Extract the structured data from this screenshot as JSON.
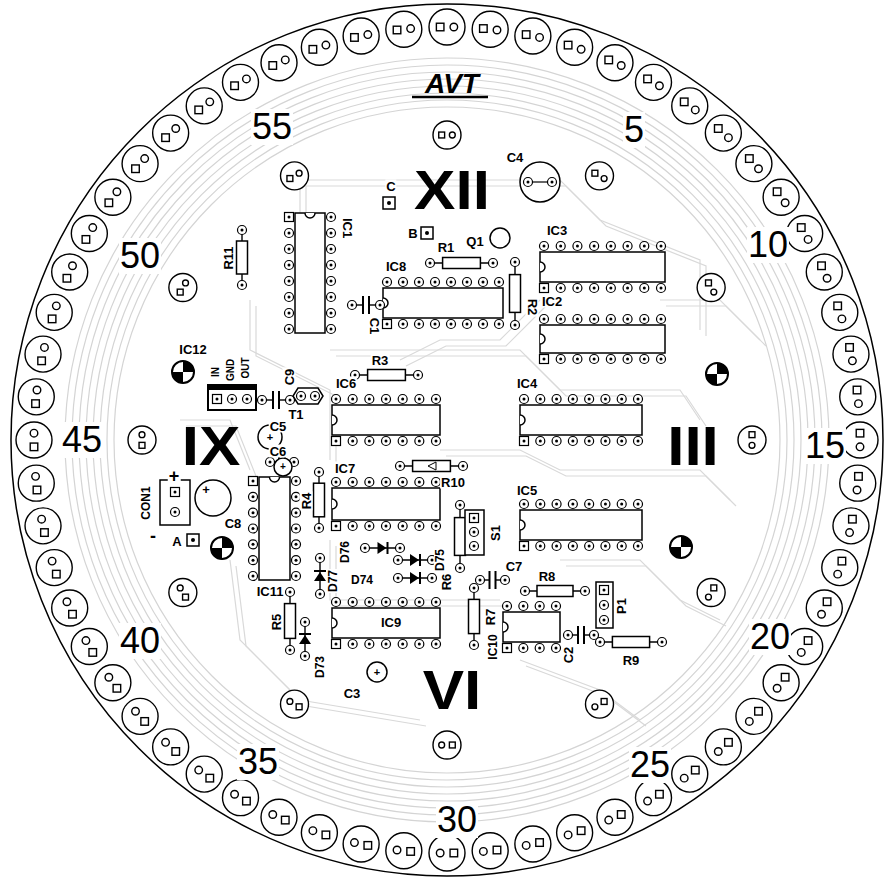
{
  "diagram": {
    "labels": [
      "AVT",
      "55",
      "5",
      "XII",
      "C4",
      "C",
      "IC1",
      "B",
      "R1",
      "Q1",
      "IC3",
      "10",
      "50",
      "R11",
      "IC8",
      "R2",
      "IC2",
      "C1",
      "IC12",
      "IN",
      "GND",
      "OUT",
      "C9",
      "R3",
      "IC6",
      "IC4",
      "T1",
      "C5",
      "45",
      "IX",
      "C6",
      "III",
      "15",
      "IC7",
      "R10",
      "IC5",
      "CON1",
      "+",
      "-",
      "+",
      "C8",
      "A",
      "R4",
      "D76",
      "D75",
      "S1",
      "D74",
      "D77",
      "R6",
      "C7",
      "R8",
      "P1",
      "IC11",
      "40",
      "20",
      "R5",
      "IC9",
      "R7",
      "IC10",
      "C2",
      "R9",
      "D73",
      "+",
      "C3",
      "VI",
      "35",
      "25",
      "30",
      "+",
      "+"
    ]
  }
}
